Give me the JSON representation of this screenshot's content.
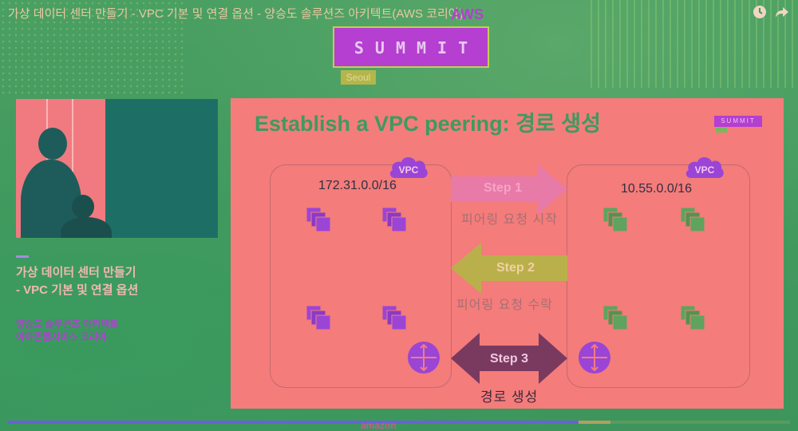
{
  "player": {
    "video_title": "가상 데이터 센터 만들기 - VPC 기본 및 연결 옵션 - 양승도 솔루션즈 아키텍트(AWS 코리아)",
    "watch_later_icon": "clock-icon",
    "share_icon": "share-arrow-icon",
    "progress": 0.73,
    "buffered": 0.77
  },
  "branding": {
    "aws_label": "AWS",
    "summit_label": "SUMMIT",
    "city_label": "Seoul",
    "mini_summit_label": "SUMMIT",
    "footer_brand": "amazon"
  },
  "sidebar": {
    "session_title_line1": "가상 데이터 센터 만들기",
    "session_title_line2": "- VPC 기본 및 연결 옵션",
    "speaker_line1": "양승도 솔루션즈 아키텍트",
    "speaker_line2": "아마존웹서비스 코리아"
  },
  "slide": {
    "heading": "Establish a VPC peering: 경로 생성",
    "left_vpc": {
      "badge": "VPC",
      "cidr": "172.31.0.0/16"
    },
    "right_vpc": {
      "badge": "VPC",
      "cidr": "10.55.0.0/16"
    },
    "steps": [
      {
        "label": "Step 1",
        "caption": "피어링 요청 시작",
        "direction": "right"
      },
      {
        "label": "Step 2",
        "caption": "피어링 요청 수락",
        "direction": "left"
      },
      {
        "label": "Step 3",
        "caption": "경로 생성",
        "direction": "both"
      }
    ]
  },
  "colors": {
    "slide_bg": "#f47c7a",
    "heading": "#3e9a62",
    "summit_purple": "#b43fd0",
    "left_instance": "#9a45d6",
    "right_instance": "#5fa35e",
    "step1": "#e87aa8",
    "step2": "#b9b04c",
    "step3": "#7a3a60"
  }
}
